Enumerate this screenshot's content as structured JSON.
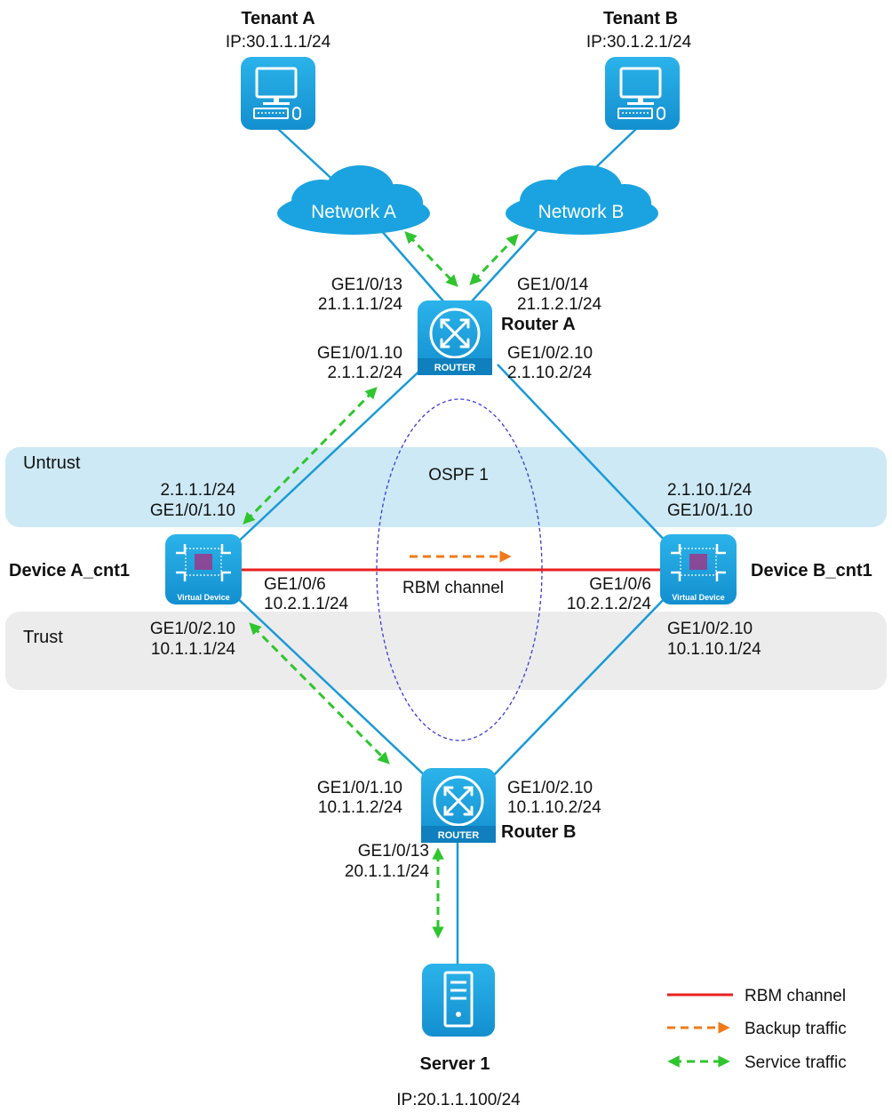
{
  "tenants": {
    "a": {
      "name": "Tenant A",
      "ip": "IP:30.1.1.1/24"
    },
    "b": {
      "name": "Tenant B",
      "ip": "IP:30.1.2.1/24"
    }
  },
  "networks": {
    "a": "Network A",
    "b": "Network B"
  },
  "router_a": {
    "name": "Router A",
    "icon_text": "ROUTER",
    "ge13": {
      "port": "GE1/0/13",
      "ip": "21.1.1.1/24"
    },
    "ge14": {
      "port": "GE1/0/14",
      "ip": "21.1.2.1/24"
    },
    "ge110": {
      "port": "GE1/0/1.10",
      "ip": "2.1.1.2/24"
    },
    "ge210": {
      "port": "GE1/0/2.10",
      "ip": "2.1.10.2/24"
    }
  },
  "zones": {
    "untrust": "Untrust",
    "trust": "Trust",
    "ospf": "OSPF 1"
  },
  "device_a": {
    "name": "Device A_cnt1",
    "icon_text": "Virtual Device",
    "ge110": {
      "ip": "2.1.1.1/24",
      "port": "GE1/0/1.10"
    },
    "ge6": {
      "port": "GE1/0/6",
      "ip": "10.2.1.1/24"
    },
    "ge210": {
      "port": "GE1/0/2.10",
      "ip": "10.1.1.1/24"
    }
  },
  "device_b": {
    "name": "Device B_cnt1",
    "icon_text": "Virtual Device",
    "ge110": {
      "ip": "2.1.10.1/24",
      "port": "GE1/0/1.10"
    },
    "ge6": {
      "port": "GE1/0/6",
      "ip": "10.2.1.2/24"
    },
    "ge210": {
      "port": "GE1/0/2.10",
      "ip": "10.1.10.1/24"
    }
  },
  "rbm_label": "RBM channel",
  "router_b": {
    "name": "Router B",
    "icon_text": "ROUTER",
    "ge110": {
      "port": "GE1/0/1.10",
      "ip": "10.1.1.2/24"
    },
    "ge210": {
      "port": "GE1/0/2.10",
      "ip": "10.1.10.2/24"
    },
    "ge13": {
      "port": "GE1/0/13",
      "ip": "20.1.1.1/24"
    }
  },
  "server": {
    "name": "Server 1",
    "ip": "IP:20.1.1.100/24"
  },
  "legend": {
    "rbm": "RBM channel",
    "backup": "Backup traffic",
    "service": "Service traffic"
  },
  "colors": {
    "link": "#1a9ad6",
    "rbm": "#e82020",
    "backup": "#f07a1a",
    "service": "#2ec52e",
    "untrust_zone": "#cde9f5",
    "trust_zone": "#ececec",
    "device_icon": "#1aa3e0"
  }
}
